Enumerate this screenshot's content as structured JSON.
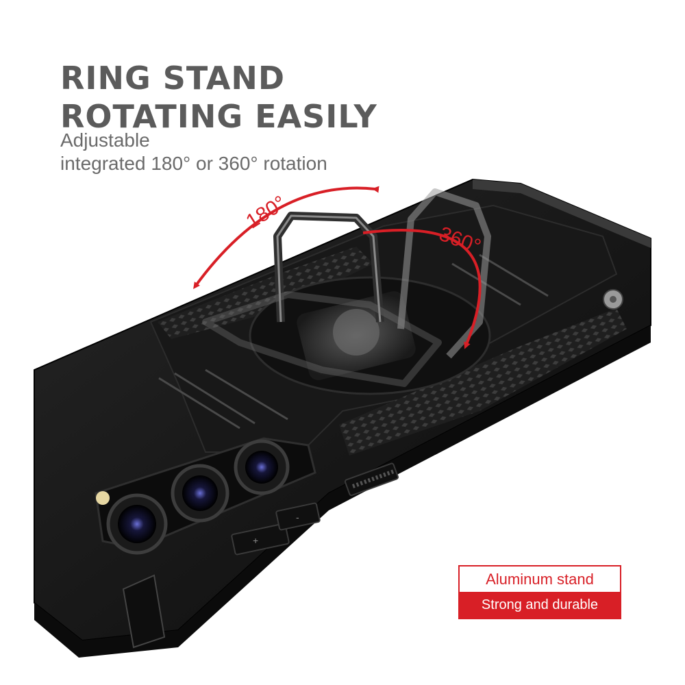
{
  "headline": {
    "line1": "RING STAND",
    "line2": "ROTATING EASILY"
  },
  "subhead": {
    "line1": "Adjustable",
    "line2": "integrated 180° or 360° rotation"
  },
  "rotation_labels": {
    "left": "180°",
    "right": "360°"
  },
  "badge": {
    "top": "Aluminum stand",
    "bottom": "Strong and durable"
  },
  "button_labels": {
    "plus": "+",
    "minus": "-"
  },
  "colors": {
    "accent": "#d81f26",
    "heading": "#5b5b5b",
    "case": "#141414"
  }
}
